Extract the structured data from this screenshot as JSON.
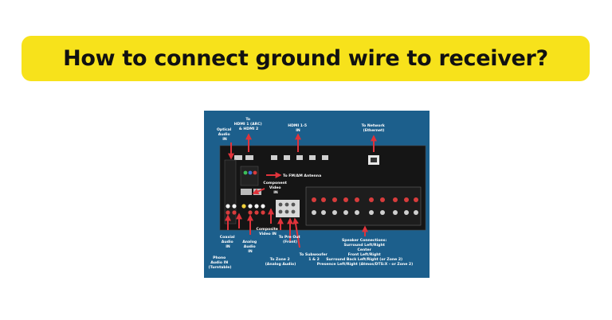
{
  "title": "How to connect ground wire to receiver?",
  "diagram": {
    "labels": {
      "optical": [
        "Optical",
        "Audio",
        "IN"
      ],
      "hdmi_arc": [
        "To",
        "HDMI 1 (ARC)",
        "& HDMI 2"
      ],
      "hdmi_in": [
        "HDMI 1-5",
        "IN"
      ],
      "network": [
        "To Network",
        "(Ethernet)"
      ],
      "antenna": "To FM/AM Antenna",
      "component": [
        "Component",
        "Video",
        "IN"
      ],
      "coaxial": [
        "Coaxial",
        "Audio",
        "IN"
      ],
      "composite": [
        "Composite",
        "Video IN"
      ],
      "analog": [
        "Analog",
        "Audio",
        "IN"
      ],
      "pre_out": [
        "To Pre Out",
        "(Front)"
      ],
      "subwoofer": [
        "To Subwoofer",
        "1 & 2"
      ],
      "phono": [
        "Phono",
        "Audio IN",
        "(Turntable)"
      ],
      "zone2": [
        "To Zone 2",
        "(Analog Audio)"
      ],
      "speaker": [
        "Speaker Connections:",
        "Surround Left/Right",
        "Center",
        "Front Left/Right",
        "Surround Back Left/Right (or Zone 2)",
        "Presence Left/Right (Atmos/DTS:X - or Zone 2)"
      ]
    },
    "colors": {
      "background": "#1c5f8c",
      "panel": "#151515",
      "arrow": "#e0333b",
      "banner": "#f7e21b"
    }
  }
}
